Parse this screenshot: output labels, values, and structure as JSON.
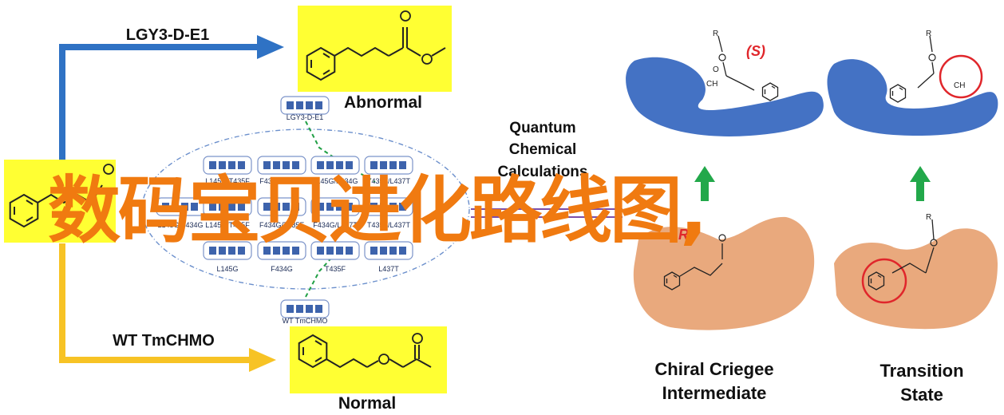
{
  "labels": {
    "lgy_arrow": "LGY3-D-E1",
    "wt_arrow": "WT TmCHMO",
    "abnormal": "Abnormal",
    "normal": "Normal",
    "quantum": [
      "Quantum",
      "Chemical",
      "Calculations"
    ],
    "chiral": [
      "Chiral Criegee",
      "Intermediate"
    ],
    "transition": [
      "Transition",
      "State"
    ],
    "s_config": "(S)",
    "r_config": "R)"
  },
  "variants": {
    "top": "LGY3-D-E1",
    "bottom": "WT TmCHMO",
    "grid_row1": [
      "L145G/T435F",
      "F434G/L437T",
      "L145G/F434G",
      "T435F/L437T"
    ],
    "grid_row2": [
      "L145G/F434G",
      "L145G/T435F",
      "F434G/T435F",
      "F434G/L437T",
      "T435F/L437T"
    ],
    "grid_row3": [
      "L145G",
      "F434G",
      "T435F",
      "L437T"
    ]
  },
  "overlay_title": "数码宝贝进化路线图,",
  "colors": {
    "blue_arrow": "#2f72c4",
    "yellow_arrow": "#f7c325",
    "highlight": "#ffff33",
    "pocket_blue": "#4472c4",
    "pocket_orange": "#e9a97d",
    "green_arrow": "#22a84a",
    "red": "#e0262b",
    "purple": "#7c4ea8",
    "overlay_text": "#f07a10"
  }
}
